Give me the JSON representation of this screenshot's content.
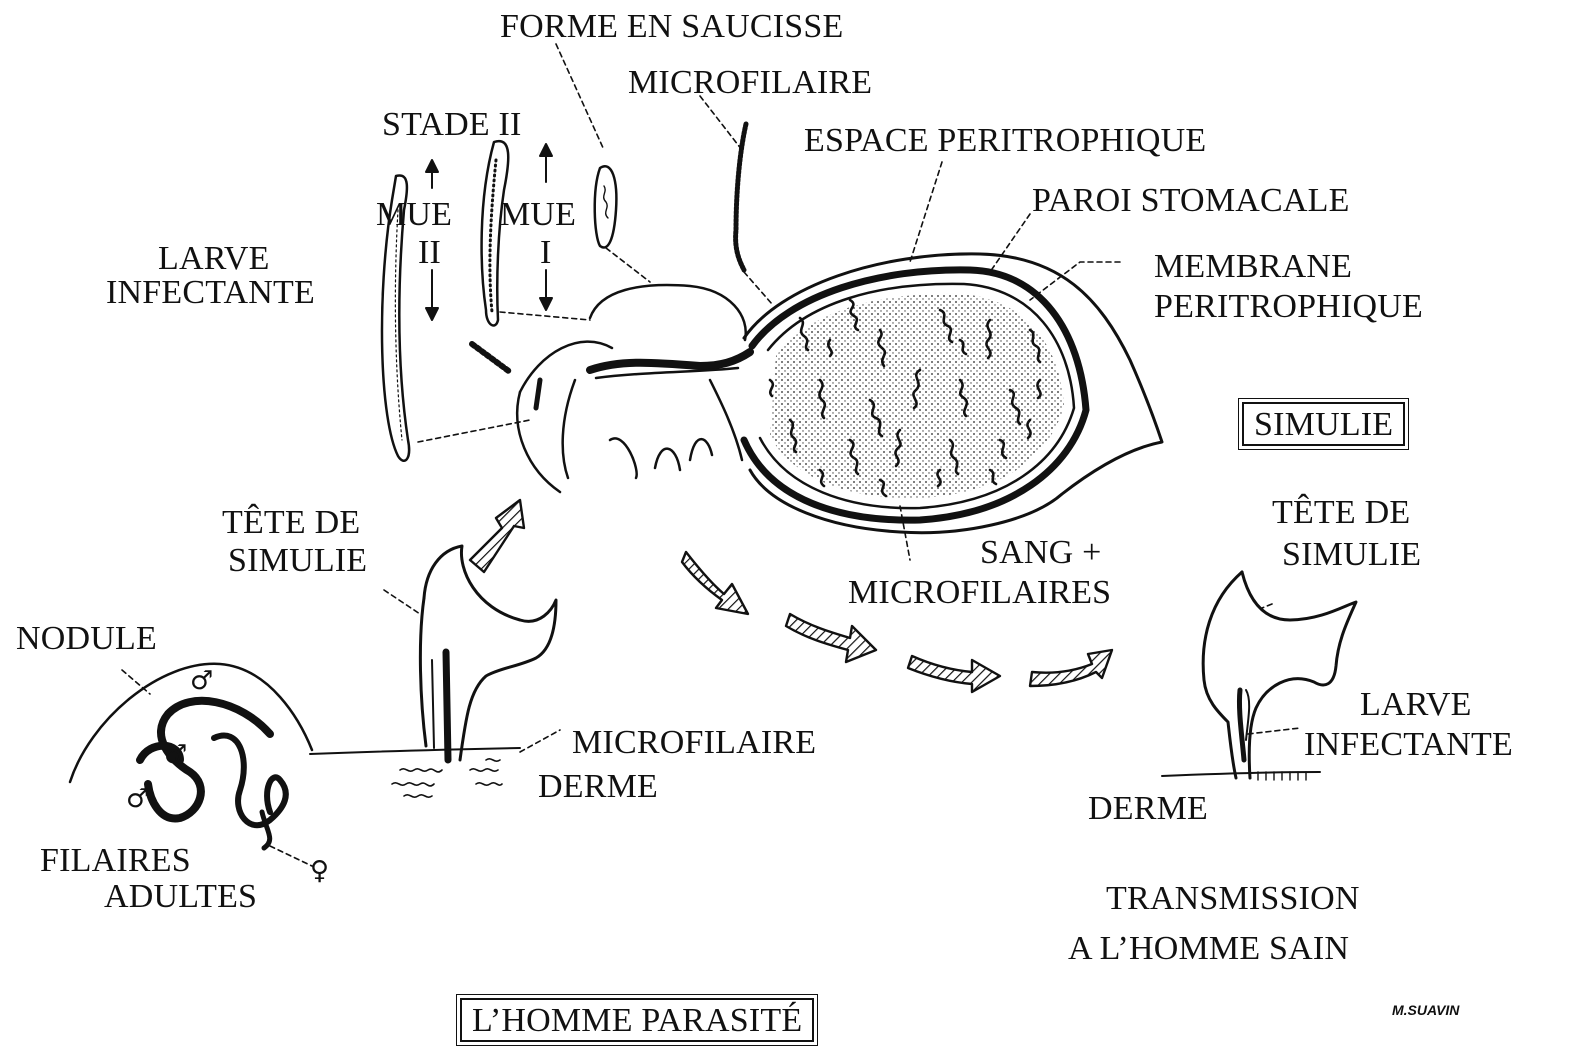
{
  "labels": {
    "forme_en_saucisse": "FORME EN SAUCISSE",
    "microfilaire_top": "MICROFILAIRE",
    "stade_ii": "STADE II",
    "espace_peritrophique": "ESPACE PERITROPHIQUE",
    "paroi_stomacale": "PAROI STOMACALE",
    "mue_ii_a": "MUE",
    "mue_ii_b": "II",
    "mue_i_a": "MUE",
    "mue_i_b": "I",
    "larve_infectante_left_1": "LARVE",
    "larve_infectante_left_2": "INFECTANTE",
    "membrane_1": "MEMBRANE",
    "membrane_2": "PERITROPHIQUE",
    "simulie_box": "SIMULIE",
    "tete_left_1": "TÊTE DE",
    "tete_left_2": "SIMULIE",
    "tete_right_1": "TÊTE DE",
    "tete_right_2": "SIMULIE",
    "sang_1": "SANG +",
    "sang_2": "MICROFILAIRES",
    "nodule": "NODULE",
    "microfilaire_bottom": "MICROFILAIRE",
    "derme_left": "DERME",
    "larve_infectante_right_1": "LARVE",
    "larve_infectante_right_2": "INFECTANTE",
    "derme_right": "DERME",
    "filaires_1": "FILAIRES",
    "filaires_2": "ADULTES",
    "transmission_1": "TRANSMISSION",
    "transmission_2": "A L’HOMME SAIN",
    "homme_parasite_box": "L’HOMME PARASITÉ",
    "signature": "M.SUAVIN"
  },
  "symbols": {
    "male": "♂",
    "female": "♀"
  }
}
